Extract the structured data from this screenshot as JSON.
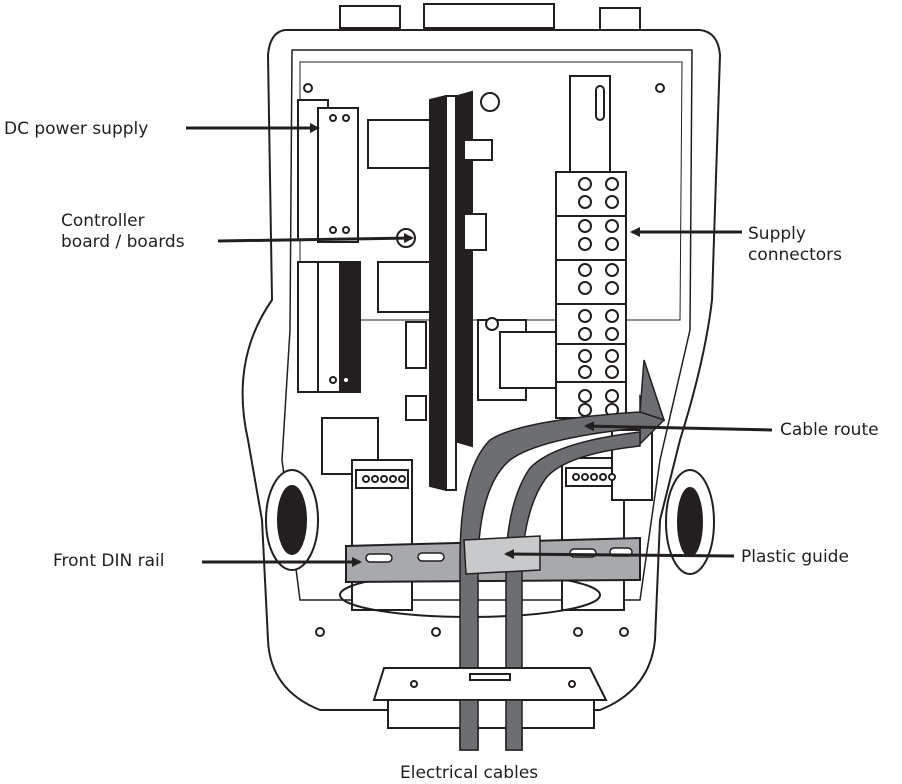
{
  "labels": {
    "dc_power_supply": "DC power supply",
    "controller_line1": "Controller",
    "controller_line2": "board / boards",
    "supply_line1": "Supply",
    "supply_line2": "connectors",
    "cable_route": "Cable route",
    "front_din_rail": "Front DIN rail",
    "plastic_guide": "Plastic guide",
    "electrical_cables": "Electrical cables"
  },
  "colors": {
    "ink": "#231f20",
    "cable": "#6d6e71",
    "rail": "#a7a9ac",
    "guide": "#c8c9cb",
    "panel": "#ffffff"
  }
}
